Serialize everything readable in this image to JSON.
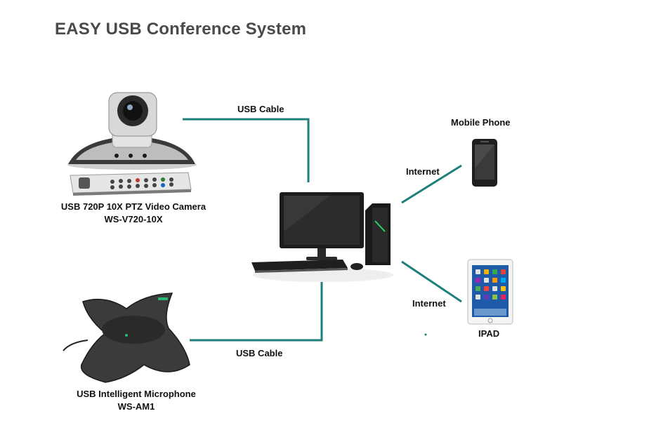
{
  "title": "EASY USB Conference System",
  "camera": {
    "line1": "USB 720P 10X PTZ Video Camera",
    "line2": "WS-V720-10X"
  },
  "microphone": {
    "line1": "USB Intelligent Microphone",
    "line2": "WS-AM1"
  },
  "links": {
    "usb_top": "USB Cable",
    "usb_bottom": "USB Cable",
    "internet_top": "Internet",
    "internet_bottom": "Internet"
  },
  "phone": {
    "label": "Mobile Phone"
  },
  "ipad": {
    "label": "IPAD"
  },
  "colors": {
    "connector": "#1f7f7a",
    "title": "#4a4a4a",
    "label": "#111111"
  }
}
